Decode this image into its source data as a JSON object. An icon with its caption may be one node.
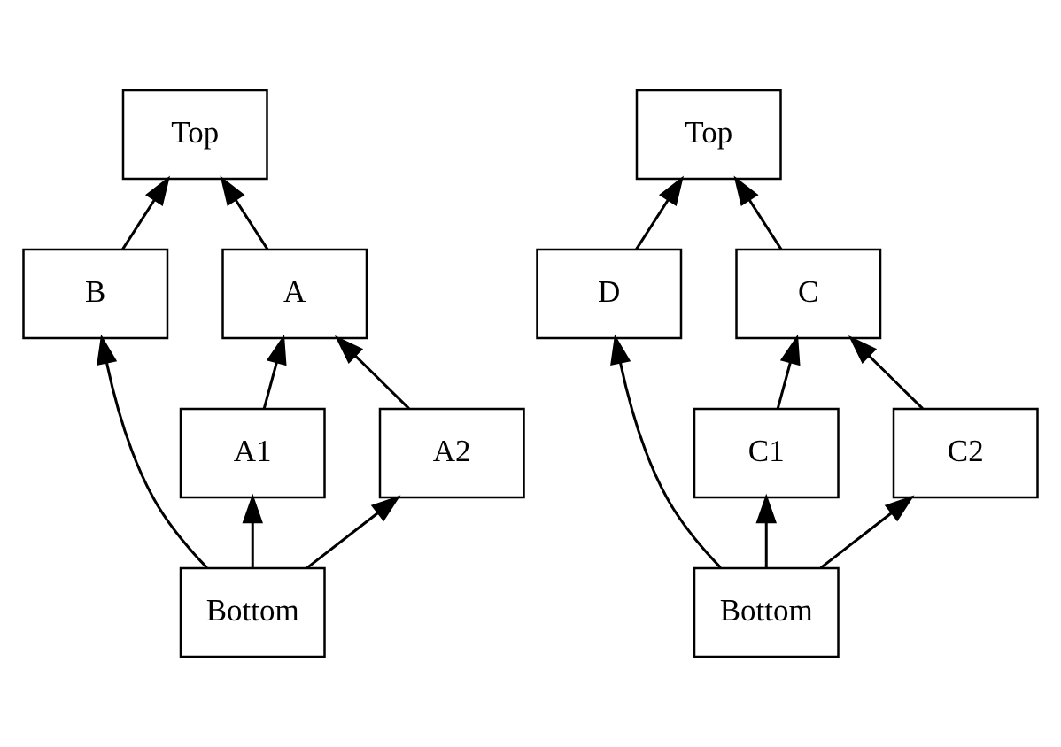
{
  "diagram": {
    "nodes": [
      {
        "text": [
          "Top"
        ]
      },
      {
        "text": [
          "B"
        ]
      },
      {
        "text": [
          "A"
        ]
      },
      {
        "text": [
          "A1"
        ]
      },
      {
        "text": [
          "A2"
        ]
      },
      {
        "text": [
          "Bottom"
        ]
      },
      {
        "text": [
          "Top"
        ]
      },
      {
        "text": [
          "D"
        ]
      },
      {
        "text": [
          "C"
        ]
      },
      {
        "text": [
          "C1"
        ]
      },
      {
        "text": [
          "C2"
        ]
      },
      {
        "text": [
          "Bottom"
        ]
      }
    ],
    "edges": [
      {
        "from": 1,
        "to": 0,
        "arrow": "to"
      },
      {
        "from": 2,
        "to": 0,
        "arrow": "to"
      },
      {
        "from": 5,
        "to": 1,
        "arrow": "to"
      },
      {
        "from": 3,
        "to": 2,
        "arrow": "to"
      },
      {
        "from": 4,
        "to": 2,
        "arrow": "to"
      },
      {
        "from": 5,
        "to": 3,
        "arrow": "to"
      },
      {
        "from": 5,
        "to": 4,
        "arrow": "to"
      },
      {
        "from": 7,
        "to": 6,
        "arrow": "to"
      },
      {
        "from": 8,
        "to": 6,
        "arrow": "to"
      },
      {
        "from": 11,
        "to": 7,
        "arrow": "to"
      },
      {
        "from": 9,
        "to": 8,
        "arrow": "to"
      },
      {
        "from": 10,
        "to": 8,
        "arrow": "to"
      },
      {
        "from": 11,
        "to": 9,
        "arrow": "to"
      },
      {
        "from": 11,
        "to": 10,
        "arrow": "to"
      }
    ]
  }
}
